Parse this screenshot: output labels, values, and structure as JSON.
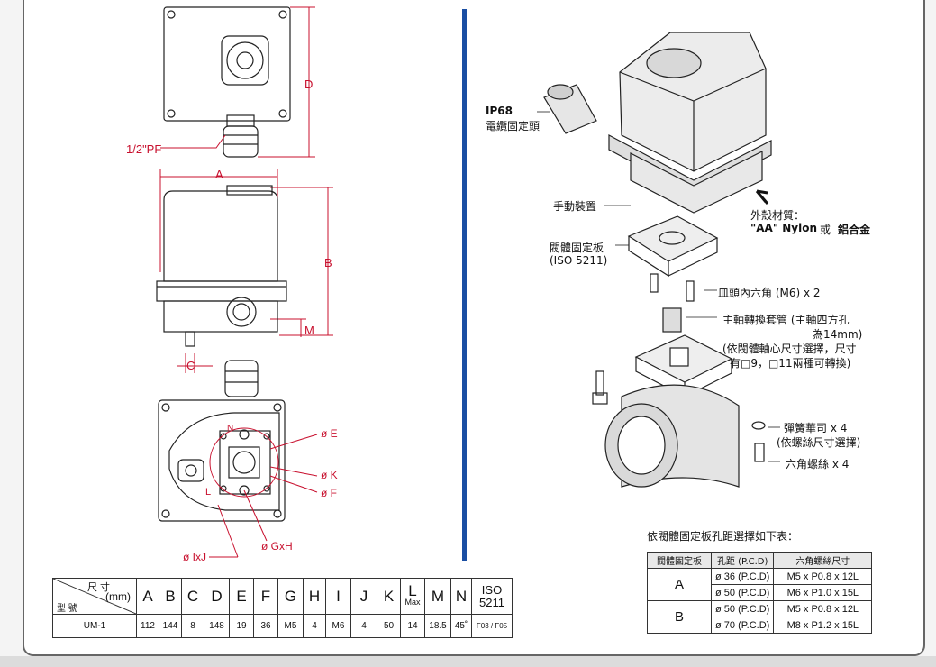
{
  "left_drawing": {
    "pf_label": "1/2\"PF",
    "dim_letters": {
      "A": "A",
      "B": "B",
      "C": "C",
      "D": "D",
      "M": "M"
    },
    "bottom_labels": {
      "e": "ø E",
      "k": "ø K",
      "f": "ø F",
      "gxh": "ø GxH",
      "ixj": "ø IxJ",
      "n": "N",
      "l": "L"
    }
  },
  "right_drawing": {
    "ip68_title": "IP68",
    "ip68_sub": "電纜固定頭",
    "manual": "手動裝置",
    "housing_label": "外殼材質：",
    "housing_aa": "\"AA\" Nylon",
    "housing_or": "或",
    "housing_alu": "鋁合金",
    "plate_line1": "閥體固定板",
    "plate_line2": "(ISO 5211)",
    "screw": "皿頭內六角  (M6) x 2",
    "sleeve_1": "主軸轉換套管  (主軸四方孔",
    "sleeve_2": "為14mm)",
    "sleeve_3": "(依閥體軸心尺寸選擇，尺寸",
    "sleeve_4": "有□9，□11兩種可轉換)",
    "washer_1": "彈簧華司  x 4",
    "washer_2": "(依螺絲尺寸選擇)",
    "bolt": "六角螺絲  x 4"
  },
  "dims_table": {
    "corner_size": "尺  寸",
    "corner_unit": "(mm)",
    "corner_model": "型  號",
    "headers": [
      "A",
      "B",
      "C",
      "D",
      "E",
      "F",
      "G",
      "H",
      "I",
      "J",
      "K",
      "L",
      "M",
      "N",
      "ISO 5211"
    ],
    "l_sub": "Max",
    "row": {
      "model": "UM-1",
      "values": [
        "112",
        "144",
        "8",
        "148",
        "19",
        "36",
        "M5",
        "4",
        "M6",
        "4",
        "50",
        "14",
        "18.5",
        "45˚",
        "F03 / F05"
      ]
    }
  },
  "selection": {
    "title": "依閥體固定板孔距選擇如下表：",
    "headers": [
      "閥體固定板",
      "孔距 (P.C.D)",
      "六角螺絲尺寸"
    ],
    "groups": [
      {
        "plate": "A",
        "rows": [
          [
            "ø 36 (P.C.D)",
            "M5 x P0.8 x 12L"
          ],
          [
            "ø 50 (P.C.D)",
            "M6 x P1.0 x 15L"
          ]
        ]
      },
      {
        "plate": "B",
        "rows": [
          [
            "ø 50 (P.C.D)",
            "M5 x P0.8 x 12L"
          ],
          [
            "ø 70 (P.C.D)",
            "M8 x P1.2 x 15L"
          ]
        ]
      }
    ]
  },
  "colors": {
    "divider": "#1a4ea3",
    "dimension": "#c8102e",
    "border": "#666666"
  }
}
